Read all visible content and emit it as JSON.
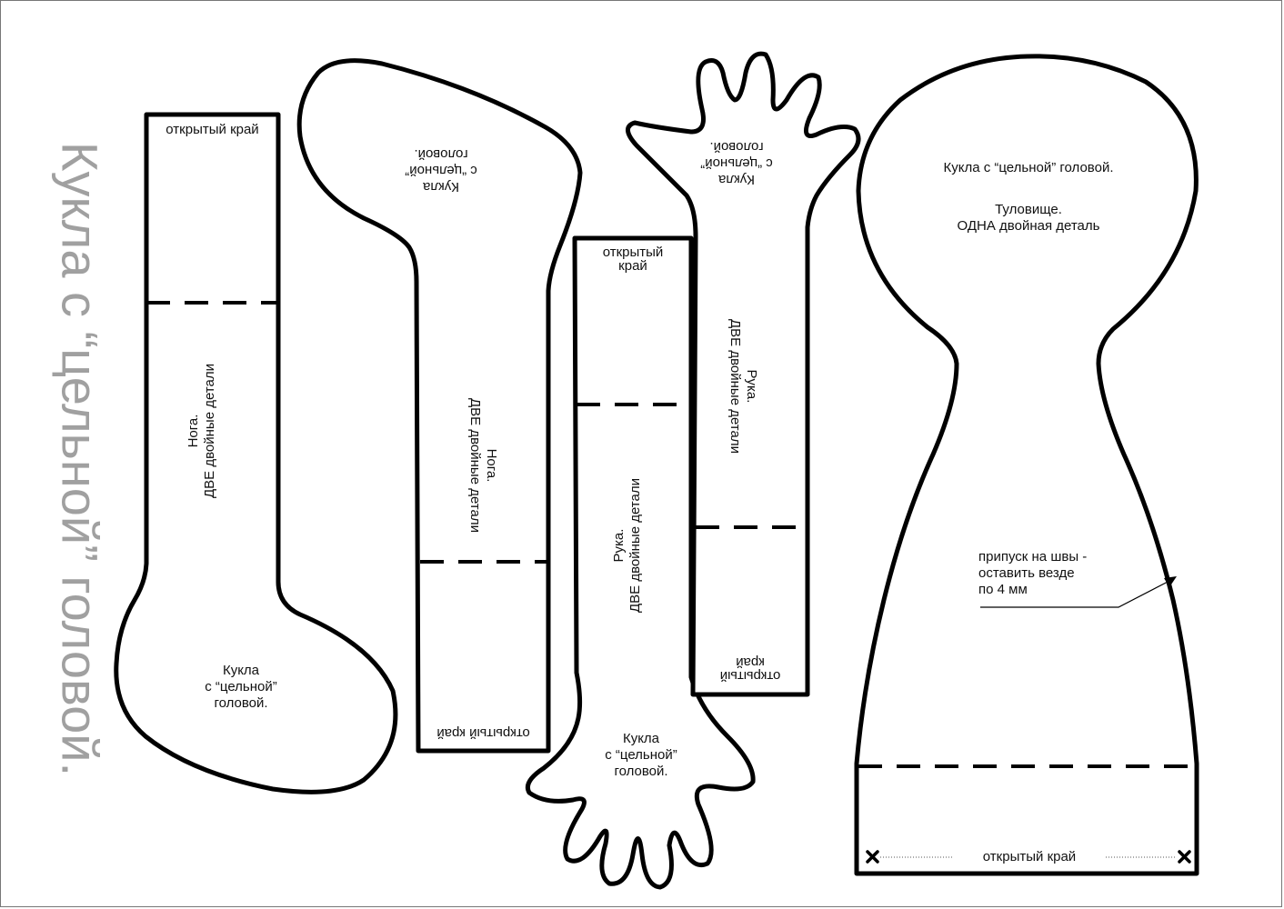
{
  "title": "Кукла с “цельной” головой.",
  "colors": {
    "outline": "#000000",
    "title": "#a0a0a0",
    "background": "#ffffff"
  },
  "pieces": {
    "leg_rect": {
      "open_edge": "открытый край",
      "label": "Нога.\nДВЕ двойные детали",
      "foot_label": "Кукла\nс “цельной”\nголовой."
    },
    "leg_flipped": {
      "foot_label": "Кукла\nс “цельной”\nголовой.",
      "label": "Нога.\nДВЕ двойные детали",
      "open_edge": "открытый край"
    },
    "arm_bottom_hand": {
      "open_edge": "открытый\nкрай",
      "label": "Рука.\nДВЕ двойные детали",
      "hand_label": "Кукла\nс “цельной”\nголовой."
    },
    "arm_top_hand": {
      "hand_label": "Кукла\nс “цельной”\nголовой.",
      "label": "Рука.\nДВЕ двойные детали",
      "open_edge": "открытый\nкрай"
    },
    "body": {
      "head_label": "Кукла с “цельной” головой.",
      "label": "Туловище.\nОДНА двойная деталь",
      "seam_note": "припуск на швы -\nоставить везде\nпо 4 мм",
      "open_edge": "открытый край",
      "marker_icon": "x-mark"
    }
  }
}
